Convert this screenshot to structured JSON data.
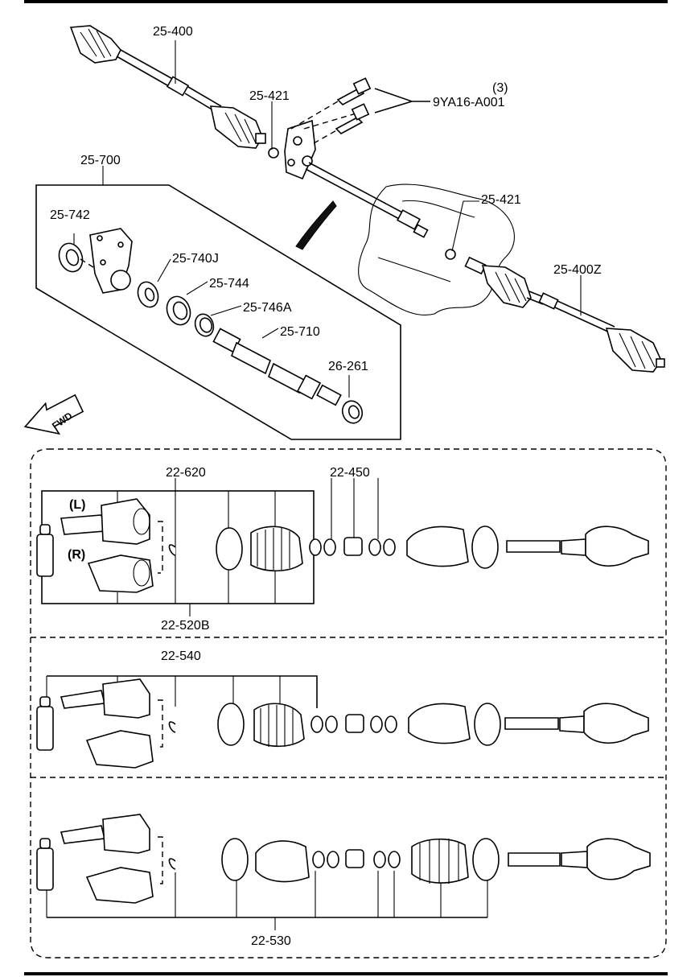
{
  "labels": {
    "half_shaft_left": "25-400",
    "lock_ring_upper": "25-421",
    "bolt": "9YA16-A001",
    "bolt_qty": "(3)",
    "lock_ring_right": "25-421",
    "half_shaft_right": "25-400Z",
    "intermediate_shaft_assy": "25-700",
    "bearing_retainer": "25-742",
    "bearing_740j": "25-740J",
    "snap_ring_744": "25-744",
    "seal_746a": "25-746A",
    "intermediate_shaft": "25-710",
    "oil_seal": "26-261",
    "fwd": "FWD",
    "outer_joint_kit_top": "22-620",
    "boot_kit_450": "22-450",
    "kit_520b": "22-520B",
    "side_left": "(L)",
    "side_right": "(R)",
    "kit_540": "22-540",
    "kit_530": "22-530"
  },
  "icons": {
    "direction": "fwd-arrow-icon"
  }
}
